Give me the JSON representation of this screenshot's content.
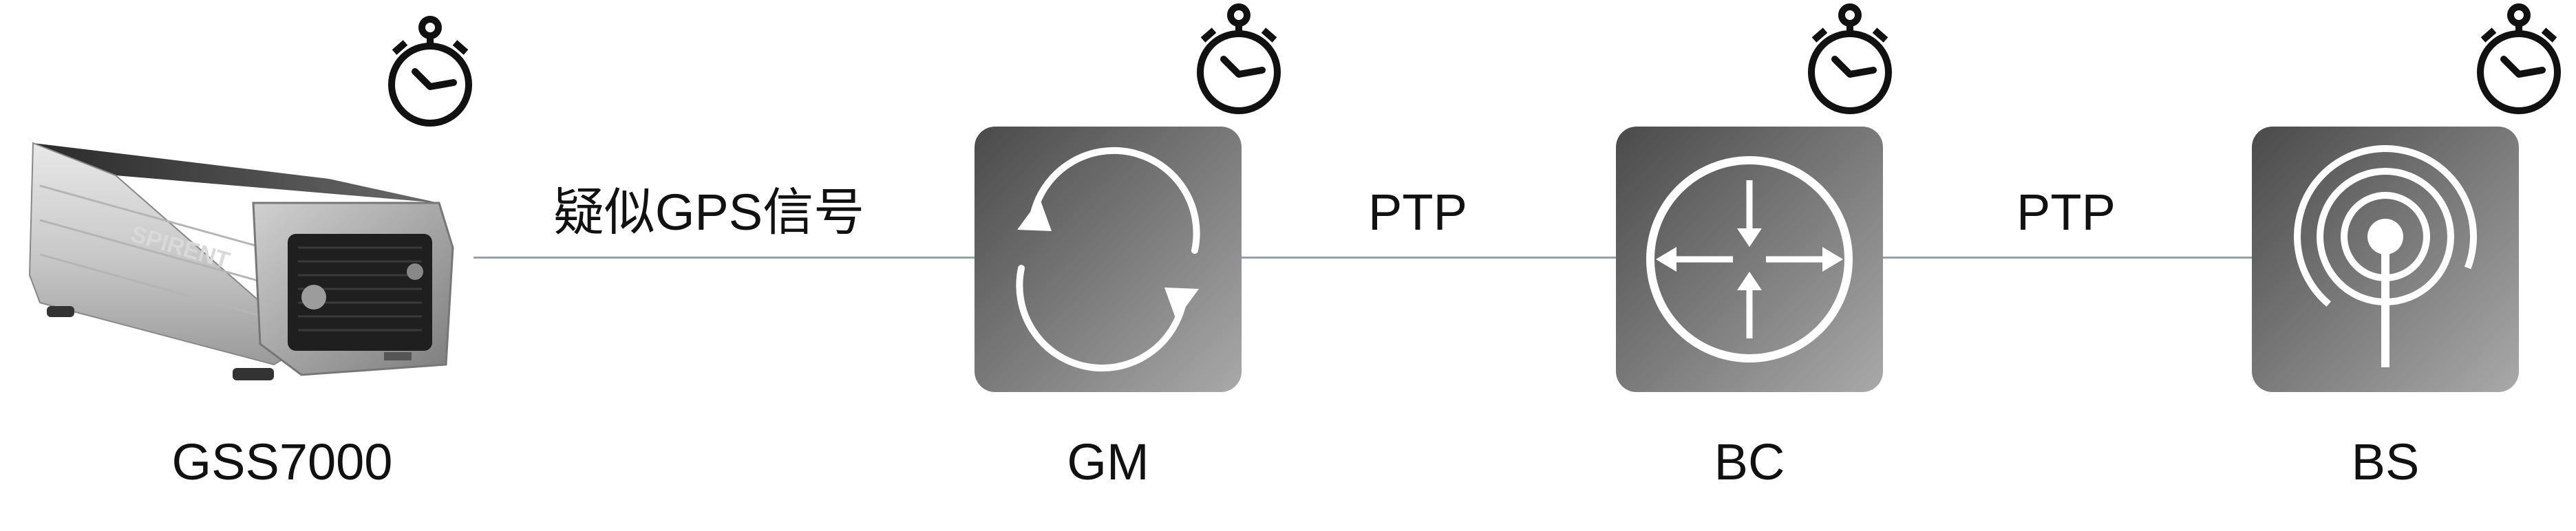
{
  "nodes": {
    "gss": {
      "label": "GSS7000",
      "brand": "SPIRENT"
    },
    "gm": {
      "label": "GM"
    },
    "bc": {
      "label": "BC"
    },
    "bs": {
      "label": "BS"
    }
  },
  "edges": {
    "gss_gm": {
      "label": "疑似GPS信号"
    },
    "gm_bc": {
      "label": "PTP"
    },
    "bc_bs": {
      "label": "PTP"
    }
  },
  "colors": {
    "connector": "#8ea3c4",
    "tile_dark": "#4a4a4a",
    "tile_light": "#a9a9a9",
    "icon": "#ffffff",
    "stopwatch": "#111111"
  },
  "icons": {
    "gss_clock": "stopwatch-icon",
    "gm_clock": "stopwatch-icon",
    "bc_clock": "stopwatch-icon",
    "bs_clock": "stopwatch-icon",
    "gm": "sync-arrows-icon",
    "bc": "router-arrows-icon",
    "bs": "antenna-icon"
  }
}
